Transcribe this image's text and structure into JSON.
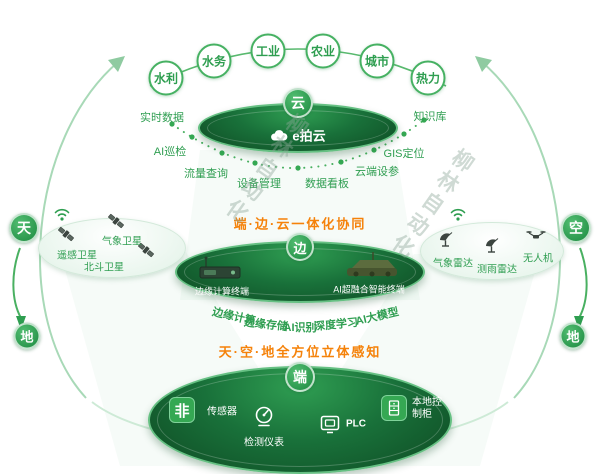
{
  "watermark": {
    "text": "柳林自动化"
  },
  "top_sectors": {
    "items": [
      "水利",
      "水务",
      "工业",
      "农业",
      "城市",
      "热力"
    ]
  },
  "cloud": {
    "badge": "云",
    "platform_name": "e拍云",
    "features": [
      "实时数据",
      "AI巡检",
      "流量查询",
      "设备管理",
      "数据看板",
      "云端设参",
      "GIS定位",
      "知识库"
    ]
  },
  "banners": {
    "collaboration": "端·边·云一体化协同",
    "perception": "天·空·地全方位立体感知"
  },
  "edge": {
    "badge": "边",
    "devices": [
      "边缘计算终端",
      "AI超融合智能终端"
    ],
    "capabilities": [
      "边缘计算",
      "边缘存储",
      "AI识别",
      "深度学习",
      "AI大模型"
    ]
  },
  "sky": {
    "badge": "天",
    "items": [
      "遥感卫星",
      "气象卫星",
      "北斗卫星"
    ]
  },
  "air": {
    "badge": "空",
    "items": [
      "气象雷达",
      "测雨雷达",
      "无人机"
    ]
  },
  "ground": {
    "badge": "地"
  },
  "terminal": {
    "badge": "端",
    "items": [
      "传感器",
      "检测仪表",
      "PLC",
      "本地控制柜"
    ]
  },
  "icons": {
    "sensor_glyph": "非"
  },
  "colors": {
    "accent_orange": "#f5820a",
    "primary_green": "#2e9e50",
    "dark_green": "#0e4a23"
  }
}
